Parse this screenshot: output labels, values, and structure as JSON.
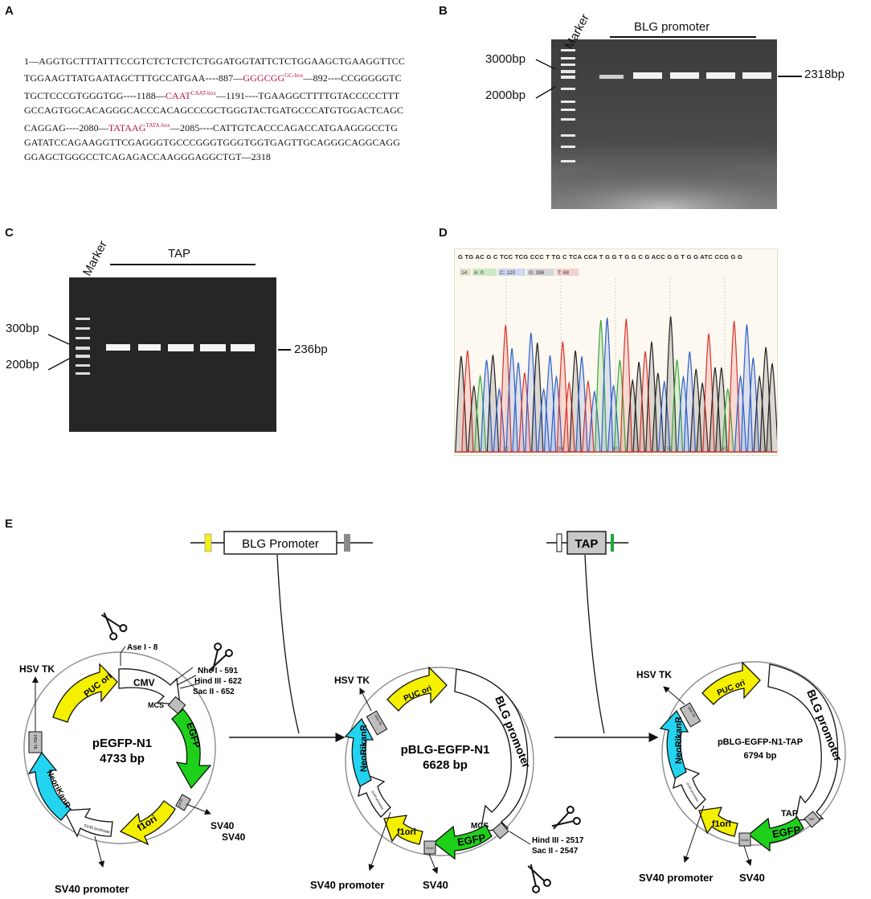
{
  "panels": {
    "a": "A",
    "b": "B",
    "c": "C",
    "d": "D",
    "e": "E"
  },
  "panel_a": {
    "lines": [
      {
        "pre": "1—AGGTGCTTTATTTCCGTCTCTCTCTCTGGATGGTATTCTCTGGAAGCTGAAGGTTCC"
      },
      {
        "pre": "TGGAAGTTATGAATAGCTTTGCCATGAA----887—",
        "box": "GGGCGG",
        "sup": "GC-box",
        "post": "—892----CCGGGGGTC"
      },
      {
        "pre": "TGCTCCCGTGGGTGG----1188—",
        "box": "CAAT",
        "sup": "CAAT-box",
        "post": "—1191----TGAAGGCTTTTGTACCCCCTTT"
      },
      {
        "pre": "GCCAGTGGCACAGGGCACCCACAGCCCGCTGGGTACTGATGCCCATGTGGACTCAGC"
      },
      {
        "pre": "CAGGAG----2080—",
        "box": "TATAAG",
        "sup": "TATA-box",
        "post": "—2085----CATTGTCACCCAGACCATGAAGGGCCTG"
      },
      {
        "pre": "GATATCCAGAAGGTTCGAGGGTGCCCGGGTGGGTGGTGAGTTGCAGGGCAGGCAGG"
      },
      {
        "pre": "GGAGCTGGGCCTCAGAGACCAAGGGAGGCTGT—2318"
      }
    ]
  },
  "panel_b": {
    "marker": "Marker",
    "group": "BLG promoter",
    "ladder_top": "3000bp",
    "ladder_bottom": "2000bp",
    "band": "2318bp"
  },
  "panel_c": {
    "marker": "Marker",
    "group": "TAP",
    "ladder_top": "300bp",
    "ladder_bottom": "200bp",
    "band": "236bp"
  },
  "panel_d": {
    "bases": "G TG AC G C TCC TCG CCC T TG C TCA CCA T G G T G G C G ACC G G T G G ATC CCG G G",
    "stats": {
      "pos": "14",
      "a": "A: 0",
      "c": "C: 120",
      "g": "G: 386",
      "t": "T: 68"
    },
    "ticks": [
      "20",
      "30",
      "40",
      "50",
      "60"
    ],
    "colors": {
      "A": "#3aa83a",
      "C": "#2f5fc8",
      "G": "#222222",
      "T": "#d8342c"
    }
  },
  "panel_e": {
    "insert1": "BLG Promoter",
    "insert2": "TAP",
    "p1": {
      "name": "pEGFP-N1",
      "size": "4733 bp",
      "hsv": "HSV TK",
      "hsv_box": "HSV TK",
      "puc": "PUC ori",
      "cmv": "CMV",
      "mcs": "MCS",
      "egfp": "EGFP",
      "sv40box": "SV40",
      "f1": "f1ori",
      "neo": "NeoriKanR",
      "svp_box": "SV40 promoter",
      "ase": "Ase I - 8",
      "nhe": "Nhe I - 591",
      "hind": "Hind III - 622",
      "sac": "Sac II - 652",
      "sv40_a": "SV40",
      "sv40_b": "SV40",
      "svp": "SV40 promoter"
    },
    "p2": {
      "name": "pBLG-EGFP-N1",
      "size": "6628 bp",
      "hsv": "HSV TK",
      "hsv_box": "HSV TK",
      "puc": "PUC ori",
      "blg": "BLG promoter",
      "mcs": "MCS",
      "egfp": "EGFP",
      "sv40box": "SV40",
      "f1": "f1ori",
      "neo": "NeoRikanR",
      "svp_box": "SV40 promoter",
      "hind": "Hind III - 2517",
      "sac": "Sac II - 2547",
      "svp": "SV40 promoter",
      "sv40": "SV40"
    },
    "p3": {
      "name": "pBLG-EGFP-N1-TAP",
      "size": "6794 bp",
      "hsv": "HSV TK",
      "hsv_box": "HSV TK",
      "puc": "PUC ori",
      "blg": "BLG promoter",
      "tap": "TAP",
      "tap_box": "TAP",
      "egfp": "EGFP",
      "sv40box": "SV40",
      "f1": "f1ori",
      "neo": "NeoRikanR",
      "svp_box": "SV40 promoter",
      "svp": "SV40 promoter",
      "sv40": "SV40"
    }
  }
}
